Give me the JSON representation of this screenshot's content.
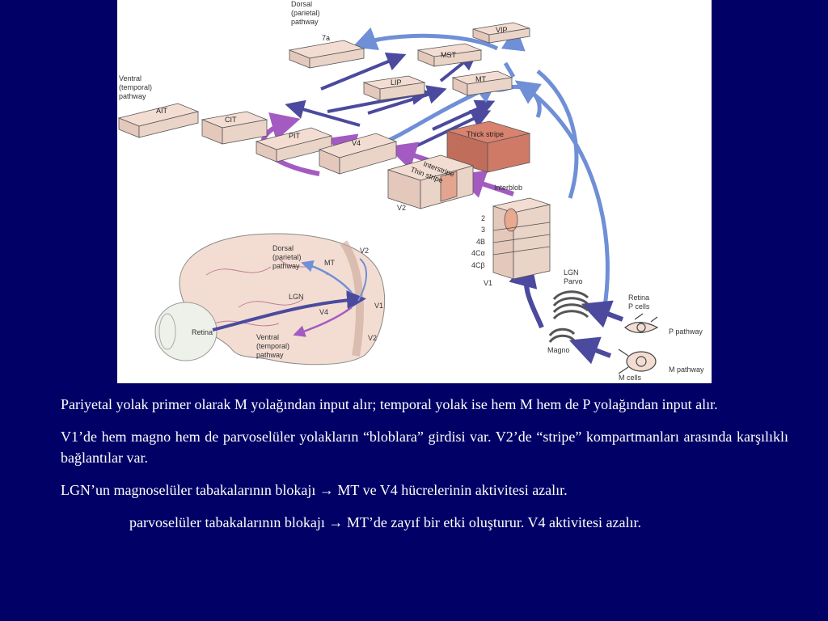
{
  "figure": {
    "areas": {
      "vip": "VIP",
      "a7": "7a",
      "mst": "MST",
      "lip": "LIP",
      "mt": "MT",
      "ait": "AIT",
      "cit": "CIT",
      "pit": "PIT",
      "v4": "V4",
      "thick_stripe": "Thick stripe",
      "interstripe": "Interstripe",
      "thin_stripe": "Thin stripe",
      "interblob": "Interblob",
      "v2": "V2",
      "v1": "V1"
    },
    "labels": {
      "dorsal_1": "Dorsal",
      "dorsal_2": "(parietal)",
      "dorsal_3": "pathway",
      "ventral_1": "Ventral",
      "ventral_2": "(temporal)",
      "ventral_3": "pathway",
      "lgn": "LGN",
      "parvo": "Parvo",
      "magno": "Magno",
      "retina": "Retina",
      "p_cells": "P cells",
      "m_cells": "M cells",
      "p_pathway": "P pathway",
      "m_pathway": "M pathway"
    },
    "layers": [
      "2",
      "3",
      "4B",
      "4Cα",
      "4Cβ"
    ],
    "brain": {
      "dorsal_1": "Dorsal",
      "dorsal_2": "(parietal)",
      "dorsal_3": "pathway",
      "v2_top": "V2",
      "mt": "MT",
      "lgn": "LGN",
      "v4": "V4",
      "v1": "V1",
      "retina": "Retina",
      "ventral_1": "Ventral",
      "ventral_2": "(temporal)",
      "ventral_3": "pathway",
      "v2_bottom": "V2"
    },
    "colors": {
      "magno": "#6f8fd6",
      "parvo": "#a35bc2",
      "mixed": "#4b4a9e",
      "box": "#f3ddd2",
      "thick": "#d8826f"
    }
  },
  "text": {
    "p1": "Pariyetal yolak primer olarak M yolağından input alır; temporal yolak ise hem M hem de P yolağından input alır.",
    "p2": "V1’de hem magno hem de parvoselüler yolakların “bloblara” girdisi var. V2’de “stripe” kompartmanları arasında karşılıklı bağlantılar var.",
    "p3": "LGN’un magnoselüler tabakalarının blokajı → MT ve V4 hücrelerinin aktivitesi azalır.",
    "p4": "parvoselüler  tabakalarının blokajı → MT’de zayıf bir etki oluşturur. V4 aktivitesi azalır."
  }
}
